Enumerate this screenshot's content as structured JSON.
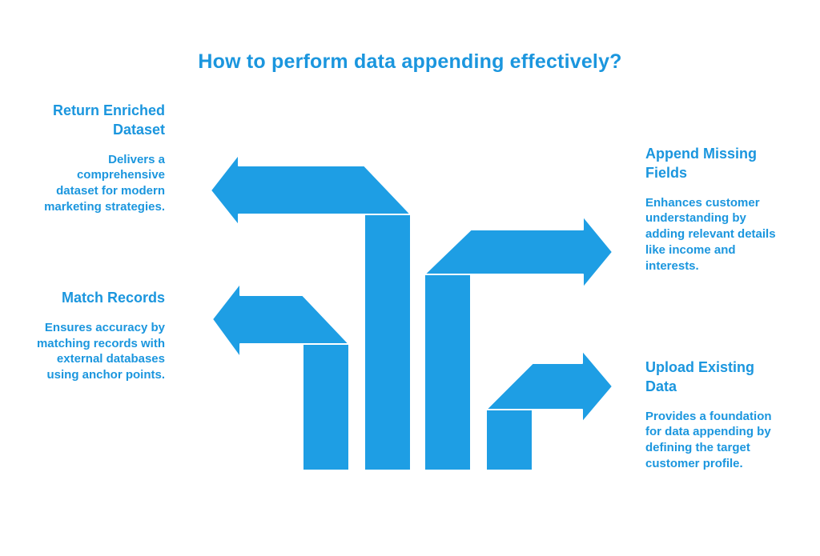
{
  "title": "How to perform data appending effectively?",
  "colors": {
    "accent_blue": "#1E9EE4",
    "text_blue": "#1B96DE",
    "background": "#FFFFFF",
    "shape_outline": "#FFFFFF"
  },
  "blocks": {
    "return_enriched": {
      "heading": "Return Enriched\nDataset",
      "body": "Delivers a\ncomprehensive\ndataset for modern\nmarketing strategies."
    },
    "match_records": {
      "heading": "Match Records",
      "body": "Ensures accuracy by\nmatching records with\nexternal databases\nusing anchor points."
    },
    "append_missing": {
      "heading": "Append Missing\nFields",
      "body": "Enhances customer\nunderstanding by\nadding relevant details\nlike income and\ninterests."
    },
    "upload_existing": {
      "heading": "Upload Existing\nData",
      "body": "Provides a foundation\nfor data appending by\ndefining the target\ncustomer profile."
    }
  },
  "arrows": [
    {
      "name": "return-enriched-arrow",
      "direction": "left"
    },
    {
      "name": "match-records-arrow",
      "direction": "left"
    },
    {
      "name": "append-missing-arrow",
      "direction": "right"
    },
    {
      "name": "upload-existing-arrow",
      "direction": "right"
    }
  ]
}
